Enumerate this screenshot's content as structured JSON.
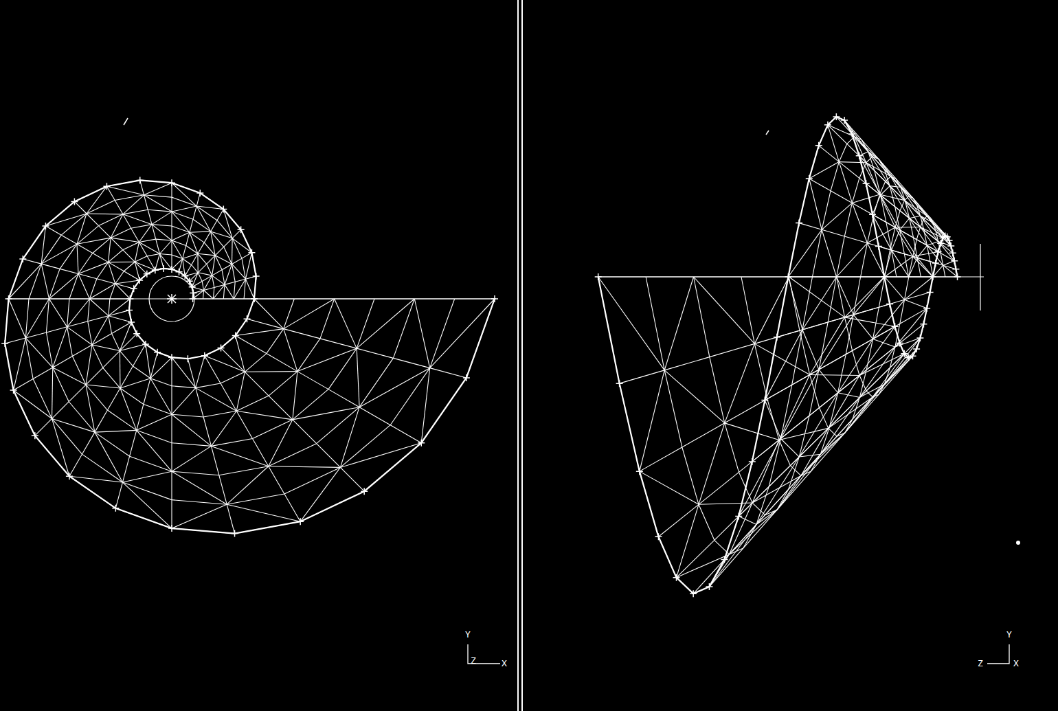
{
  "diagram": {
    "labels": [
      "Y",
      "Z",
      "X",
      "Y",
      "Z",
      "X"
    ]
  }
}
